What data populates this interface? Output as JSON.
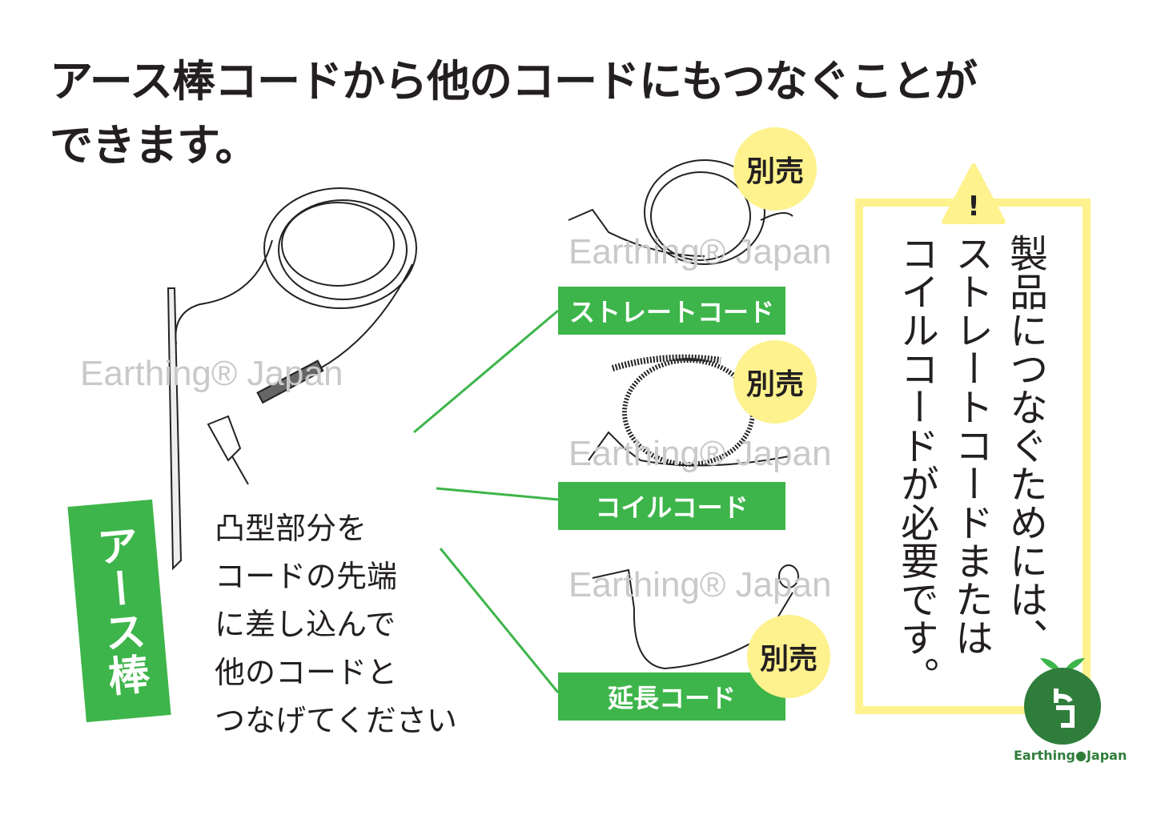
{
  "title": {
    "line1": "アース棒コードから他のコードにもつなぐことが",
    "line2": "できます。"
  },
  "watermark": "Earthing® Japan",
  "rod_label": "アース棒",
  "instructions": [
    "凸型部分を",
    "コードの先端",
    "に差し込んで",
    "他のコードと",
    "つなげてください"
  ],
  "cords": [
    {
      "label": "ストレートコード",
      "badge": "別売"
    },
    {
      "label": "コイルコード",
      "badge": "別売"
    },
    {
      "label": "延長コード",
      "badge": "別売"
    }
  ],
  "notice": {
    "icon": "warning-icon",
    "mark": "!",
    "lines": [
      "製品につなぐためには、",
      "ストレートコードまたは",
      "コイルコードが必要です。"
    ]
  },
  "logo": {
    "text": "Earthing●Japan"
  },
  "colors": {
    "green": "#3db54a",
    "yellow": "#fdf28d",
    "logo_green": "#2f7d3a"
  }
}
